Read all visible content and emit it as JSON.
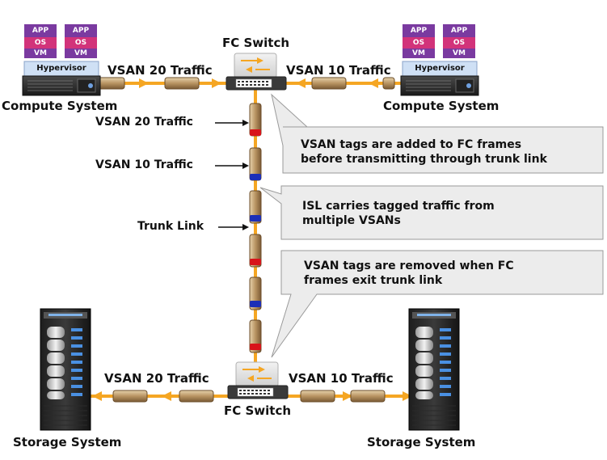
{
  "diagram": {
    "switches": {
      "top_label": "FC Switch",
      "bottom_label": "FC Switch"
    },
    "compute": {
      "left_label": "Compute System",
      "right_label": "Compute System",
      "vm_stack": {
        "app": "APP",
        "os": "OS",
        "vm": "VM"
      },
      "hypervisor": "Hypervisor"
    },
    "storage": {
      "left_label": "Storage System",
      "right_label": "Storage System"
    },
    "traffic": {
      "top_left": "VSAN 20 Traffic",
      "top_right": "VSAN 10 Traffic",
      "bottom_left": "VSAN 20 Traffic",
      "bottom_right": "VSAN 10 Traffic",
      "trunk_vsan20": "VSAN 20 Traffic",
      "trunk_vsan10": "VSAN 10 Traffic",
      "trunk_link": "Trunk Link"
    },
    "callouts": {
      "c1_line1": "VSAN tags are added to FC frames",
      "c1_line2": "before transmitting through trunk link",
      "c2_line1": "ISL carries tagged traffic from",
      "c2_line2": "multiple VSANs",
      "c3_line1": "VSAN tags are removed when FC",
      "c3_line2": "frames exit trunk link"
    },
    "colors": {
      "link_orange": "#f5a623",
      "frame_tan": "#c8a878",
      "tag_red": "#d8141b",
      "tag_blue": "#1c2fb8",
      "callout_fill": "#ececec",
      "vm_purple": "#7a3aa0",
      "vm_pink": "#d2337a"
    }
  }
}
